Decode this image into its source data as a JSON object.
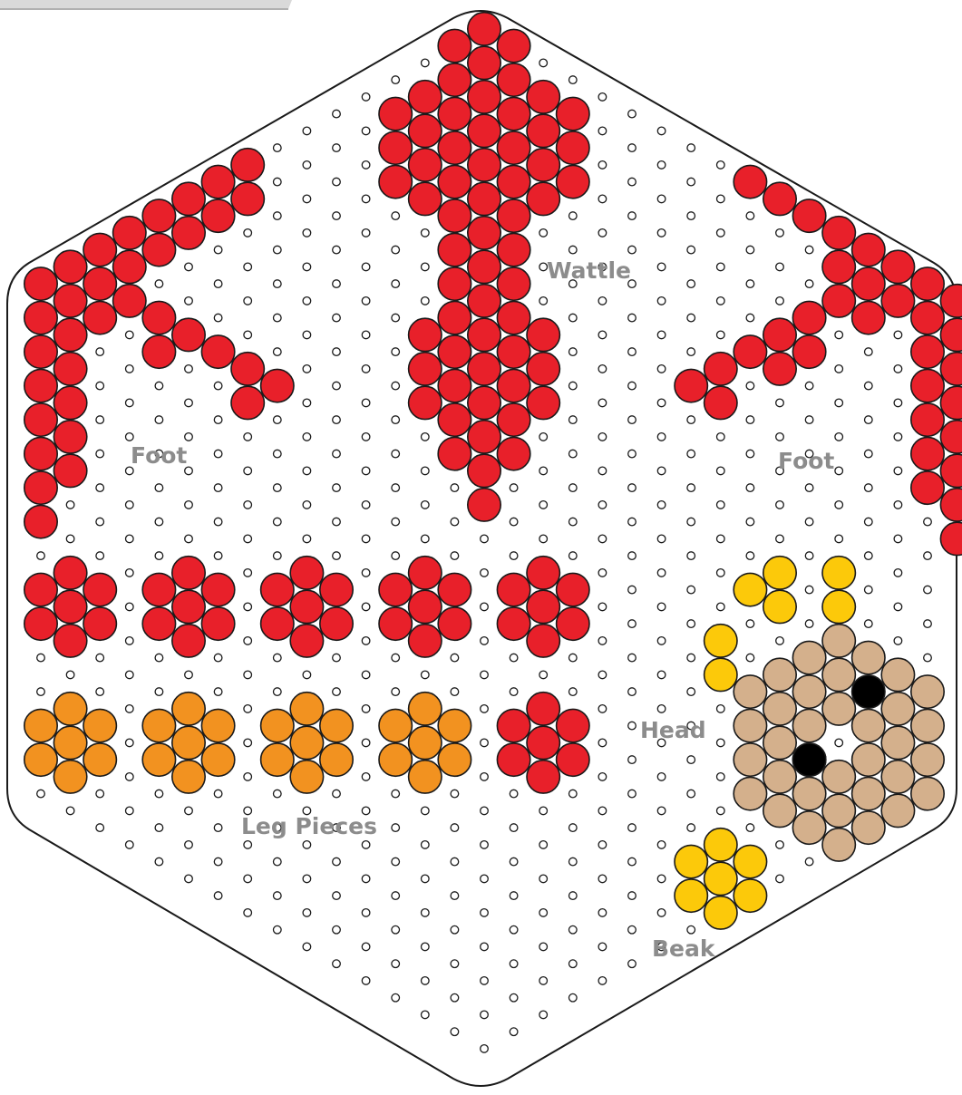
{
  "labels": {
    "wattle": "Wattle",
    "foot_left": "Foot",
    "foot_right": "Foot",
    "head": "Head",
    "leg_pieces": "Leg Pieces",
    "beak": "Beak"
  },
  "colors": {
    "red": "#e8202a",
    "orange": "#f29220",
    "yellow": "#fcc90a",
    "tan": "#d4b08c",
    "black": "#000000",
    "label": "#8c8c8c",
    "board_outline": "#1a1a1a"
  }
}
